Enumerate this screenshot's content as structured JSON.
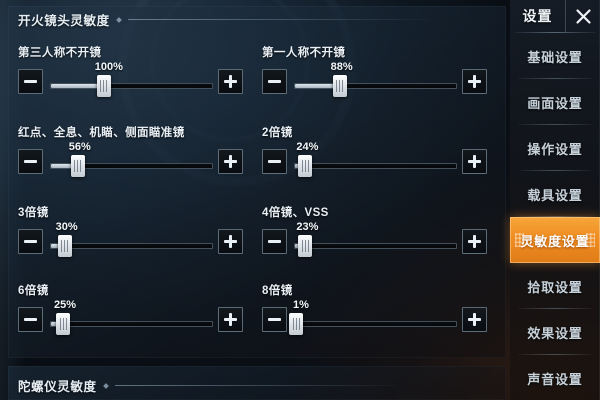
{
  "sections": {
    "scope_title": "开火镜头灵敏度",
    "gyro_title": "陀螺仪灵敏度"
  },
  "settings": [
    {
      "label": "第三人称不开镜",
      "value": "100%",
      "percent": 33
    },
    {
      "label": "第一人称不开镜",
      "value": "88%",
      "percent": 28
    },
    {
      "label": "红点、全息、机瞄、侧面瞄准镜",
      "value": "56%",
      "percent": 17
    },
    {
      "label": "2倍镜",
      "value": "24%",
      "percent": 7
    },
    {
      "label": "3倍镜",
      "value": "30%",
      "percent": 9
    },
    {
      "label": "4倍镜、VSS",
      "value": "23%",
      "percent": 7
    },
    {
      "label": "6倍镜",
      "value": "25%",
      "percent": 8
    },
    {
      "label": "8倍镜",
      "value": "1%",
      "percent": 1
    }
  ],
  "controls": {
    "decrease_icon": "minus-icon",
    "increase_icon": "plus-icon",
    "slider_handle": "slider-thumb"
  },
  "sidebar": {
    "title": "设置",
    "close_icon": "close-icon",
    "items": [
      {
        "label": "基础设置",
        "active": false
      },
      {
        "label": "画面设置",
        "active": false
      },
      {
        "label": "操作设置",
        "active": false
      },
      {
        "label": "载具设置",
        "active": false
      },
      {
        "label": "灵敏度设置",
        "active": true
      },
      {
        "label": "拾取设置",
        "active": false
      },
      {
        "label": "效果设置",
        "active": false
      },
      {
        "label": "声音设置",
        "active": false
      }
    ]
  },
  "colors": {
    "accent": "#ef8d22",
    "panel_blue": "#1d3042",
    "text_primary": "#e8eff5",
    "text_muted": "#c6d1da"
  }
}
